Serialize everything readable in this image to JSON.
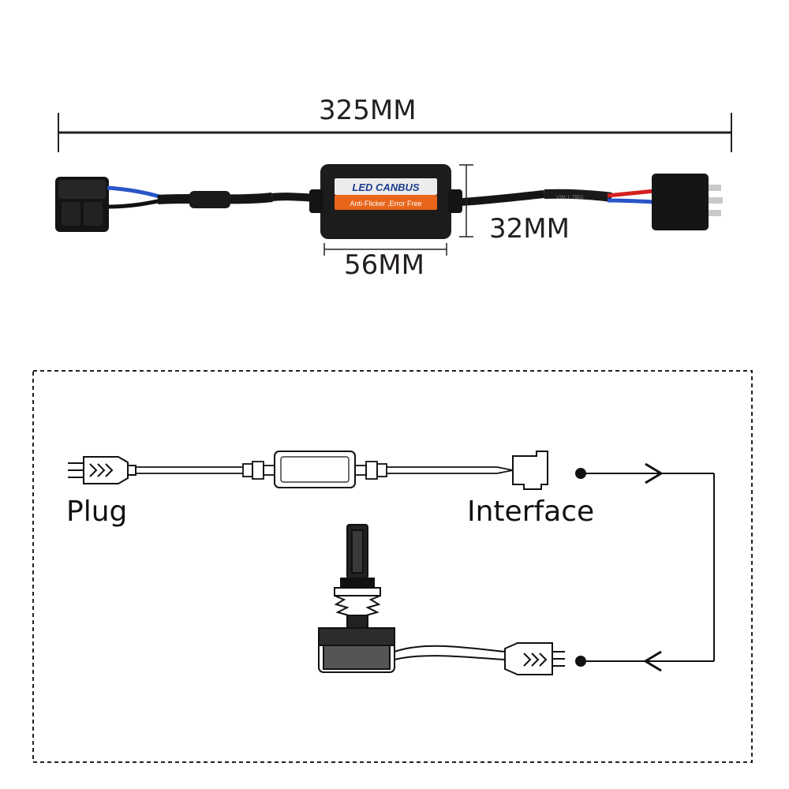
{
  "dimensions": {
    "total_length": "325MM",
    "box_height": "32MM",
    "box_width": "56MM"
  },
  "module": {
    "title": "LED CANBUS",
    "subtitle": "Anti-Flicker ,Error Free",
    "cable_print": "VW-1 7801"
  },
  "diagram": {
    "plug_label": "Plug",
    "interface_label": "Interface"
  },
  "colors": {
    "module_label_orange": "#e8651a",
    "wire_blue": "#2a55c8",
    "wire_red": "#d42020",
    "dimension_line": "#222222"
  }
}
